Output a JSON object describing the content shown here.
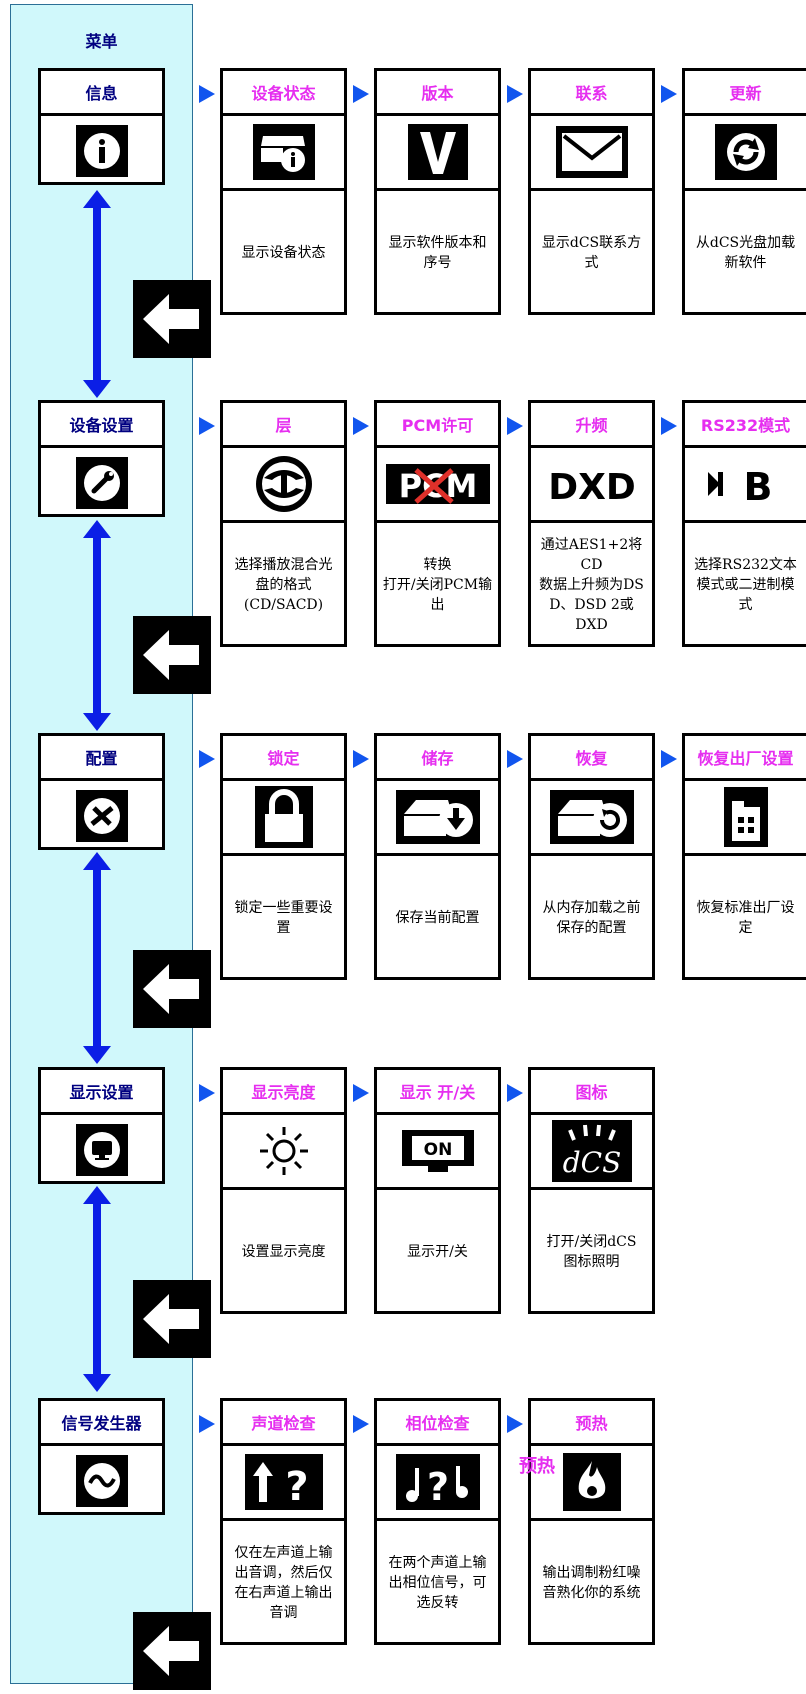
{
  "menu": {
    "title": "菜单",
    "items": [
      {
        "label": "信息",
        "icon": "info-icon"
      },
      {
        "label": "设备设置",
        "icon": "wrench-icon"
      },
      {
        "label": "配置",
        "icon": "config-tools-icon"
      },
      {
        "label": "显示设置",
        "icon": "monitor-icon"
      },
      {
        "label": "信号发生器",
        "icon": "sine-wave-icon"
      }
    ]
  },
  "sections": [
    {
      "cards": [
        {
          "title": "设备状态",
          "icon": "device-status-icon",
          "desc": "显示设备状态"
        },
        {
          "title": "版本",
          "icon": "version-v-icon",
          "desc": "显示软件版本和\n序号"
        },
        {
          "title": "联系",
          "icon": "envelope-icon",
          "desc": "显示dCS联系方\n式"
        },
        {
          "title": "更新",
          "icon": "refresh-icon",
          "desc": "从dCS光盘加载\n新软件"
        }
      ]
    },
    {
      "cards": [
        {
          "title": "层",
          "icon": "sacd-logo-icon",
          "desc": "选择播放混合光\n盘的格式\n(CD/SACD)"
        },
        {
          "title": "PCM许可",
          "icon": "pcm-disabled-icon",
          "icon_text": "PCM",
          "desc": "转换\n打开/关闭PCM输\n出"
        },
        {
          "title": "升频",
          "icon": "dxd-icon",
          "icon_text": "DXD",
          "desc": "通过AES1+2将CD\n数据上升频为DS\nD、DSD 2或DXD"
        },
        {
          "title": "RS232模式",
          "icon": "binary-mode-icon",
          "icon_text": "B",
          "desc": "选择RS232文本\n模式或二进制模\n式"
        }
      ]
    },
    {
      "cards": [
        {
          "title": "锁定",
          "icon": "lock-icon",
          "desc": "锁定一些重要设\n置"
        },
        {
          "title": "储存",
          "icon": "save-drive-icon",
          "desc": "保存当前配置"
        },
        {
          "title": "恢复",
          "icon": "restore-drive-icon",
          "desc": "从内存加载之前\n保存的配置"
        },
        {
          "title": "恢复出厂设置",
          "icon": "factory-icon",
          "desc": "恢复标准出厂设\n定"
        }
      ]
    },
    {
      "cards": [
        {
          "title": "显示亮度",
          "icon": "brightness-icon",
          "desc": "设置显示亮度"
        },
        {
          "title": "显示 开/关",
          "icon": "display-on-icon",
          "icon_text": "ON",
          "desc": "显示开/关"
        },
        {
          "title": "图标",
          "icon": "dcs-logo-icon",
          "icon_text": "dCS",
          "desc": "打开/关闭dCS\n图标照明"
        }
      ]
    },
    {
      "cards": [
        {
          "title": "声道检查",
          "icon": "channel-check-icon",
          "desc": "仅在左声道上输\n出音调，然后仅\n在右声道上输出\n音调"
        },
        {
          "title": "相位检查",
          "icon": "phase-check-icon",
          "desc": "在两个声道上输\n出相位信号，可\n选反转"
        },
        {
          "title": "预热",
          "icon": "flame-icon",
          "desc": "输出调制粉红噪\n音熟化你的系统"
        }
      ]
    }
  ],
  "extra_label": "预热",
  "colors": {
    "panel": "#d0f8fb",
    "accent": "#e62ef0",
    "menu_text": "#000080",
    "connector": "#0b1ee6",
    "arrow": "#1155ee"
  }
}
